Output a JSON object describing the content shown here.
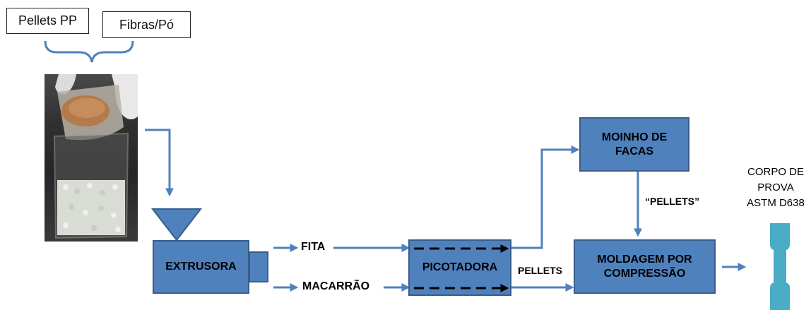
{
  "inputs": {
    "pellets_pp": "Pellets PP",
    "fibras_po": "Fibras/Pó"
  },
  "blocks": {
    "extrusora": "EXTRUSORA",
    "picotadora": "PICOTADORA",
    "moinho_line1": "MOINHO DE",
    "moinho_line2": "FACAS",
    "moldagem_line1": "MOLDAGEM POR",
    "moldagem_line2": "COMPRESSÃO"
  },
  "labels": {
    "fita": "FITA",
    "macarrao": "MACARRÃO",
    "pellets": "PELLETS",
    "pellets_quoted": "“PELLETS”"
  },
  "specimen": {
    "line1": "CORPO DE",
    "line2": "PROVA",
    "line3": "ASTM D638"
  },
  "colors": {
    "block_fill": "#4f81bd",
    "block_border": "#385d8a",
    "arrow": "#4f81bd",
    "specimen": "#4bacc6"
  }
}
